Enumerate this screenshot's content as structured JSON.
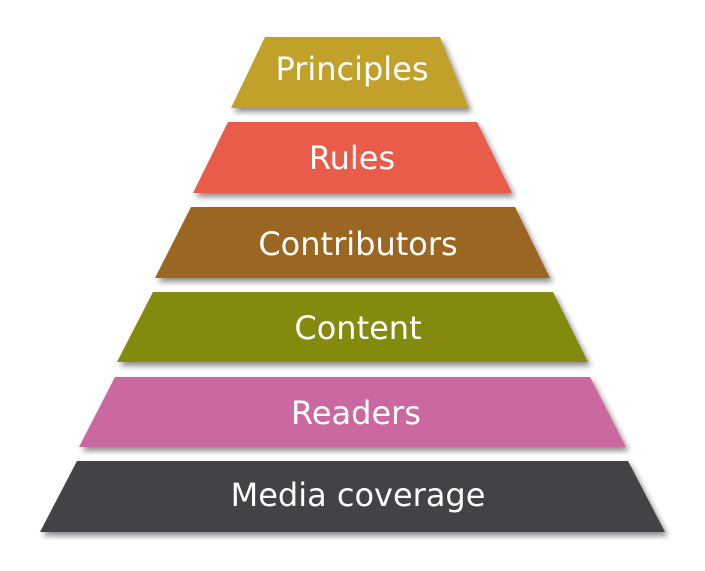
{
  "tiers": [
    {
      "label": "Principles",
      "color": "#c1a12c"
    },
    {
      "label": "Rules",
      "color": "#e95c48"
    },
    {
      "label": "Contributors",
      "color": "#9b6524"
    },
    {
      "label": "Content",
      "color": "#838a07"
    },
    {
      "label": "Readers",
      "color": "#cb679f"
    },
    {
      "label": "Media coverage",
      "color": "#424347"
    }
  ]
}
